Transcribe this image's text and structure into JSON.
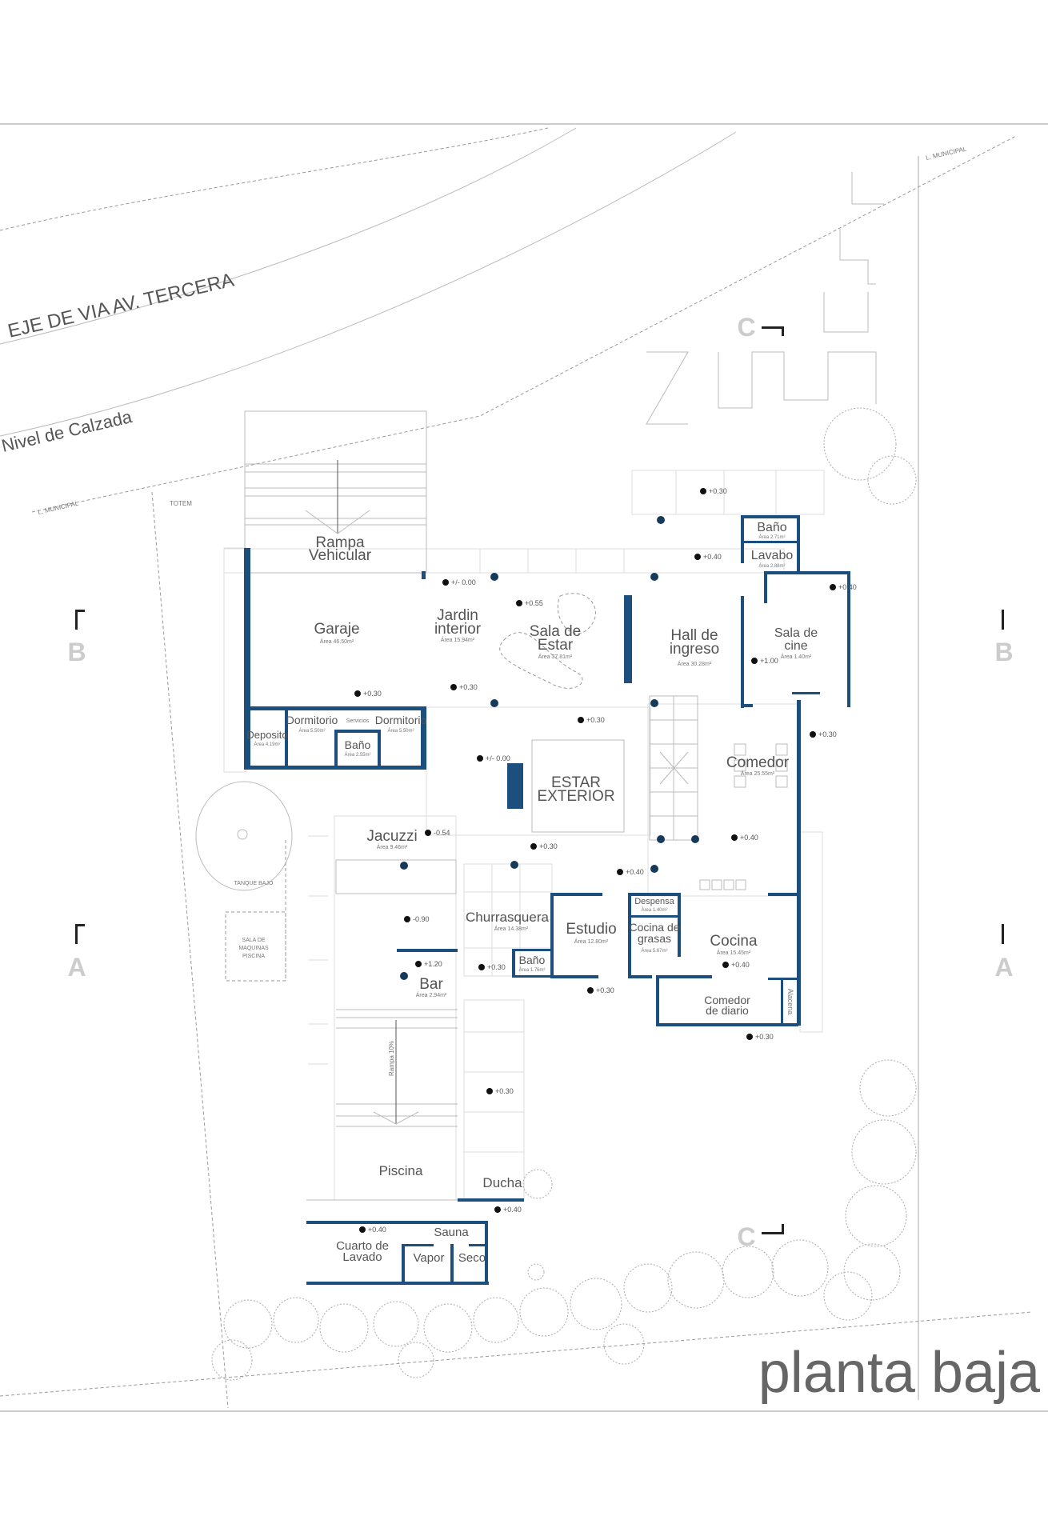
{
  "title": "planta baja",
  "street": {
    "axis": "EJE DE VIA AV. TERCERA",
    "level": "Nivel de Calzada"
  },
  "boundary": {
    "left": "L. MUNICIPAL",
    "right": "L. MUNICIPAL",
    "totem": "TOTEM"
  },
  "sections": {
    "b": "B",
    "a": "A",
    "c": "C"
  },
  "rooms": {
    "rampa": {
      "name1": "Rampa",
      "name2": "Vehicular"
    },
    "garaje": {
      "name": "Garaje",
      "area": "Área 46.50m²"
    },
    "jardin": {
      "name1": "Jardin",
      "name2": "interior",
      "area": "Área 15.94m²"
    },
    "sala_estar": {
      "name1": "Sala de",
      "name2": "Estar",
      "area": "Área 37.81m²"
    },
    "hall": {
      "name1": "Hall de",
      "name2": "ingreso",
      "area": "Área 30.28m²"
    },
    "bano_hall": {
      "name": "Baño",
      "area": "Área 2.71m²"
    },
    "lavabo": {
      "name": "Lavabo",
      "area": "Área 2.88m²"
    },
    "sala_cine": {
      "name1": "Sala de",
      "name2": "cine",
      "area": "Área 1.40m²"
    },
    "dormitorio1": {
      "name": "Dormitorio",
      "area": "Área 5.50m²"
    },
    "servicios": {
      "name": "Servicios"
    },
    "dormitorio2": {
      "name": "Dormitorio",
      "area": "Área 5.50m²"
    },
    "deposito": {
      "name": "Deposito",
      "area": "Área 4.19m²"
    },
    "bano_serv": {
      "name": "Baño",
      "area": "Área 2.55m²"
    },
    "estar_ext": {
      "name1": "ESTAR",
      "name2": "EXTERIOR"
    },
    "comedor": {
      "name": "Comedor",
      "area": "Área 25.55m²"
    },
    "jacuzzi": {
      "name": "Jacuzzi",
      "area": "Área 9.46m²"
    },
    "churrasquera": {
      "name": "Churrasquera",
      "area": "Área 14.38m²"
    },
    "estudio": {
      "name": "Estudio",
      "area": "Área 12.80m²"
    },
    "despensa": {
      "name": "Despensa",
      "area": "Área 1.40m²"
    },
    "cocina_grasas": {
      "name1": "Cocina de",
      "name2": "grasas",
      "area": "Área 5.67m²"
    },
    "cocina": {
      "name": "Cocina",
      "area": "Área 15.45m²"
    },
    "bano_churr": {
      "name": "Baño",
      "area": "Área 1.76m²"
    },
    "bar": {
      "name": "Bar",
      "area": "Área 2.94m²"
    },
    "comedor_diario": {
      "name1": "Comedor",
      "name2": "de diario"
    },
    "alacena": {
      "name": "Alacena"
    },
    "piscina": {
      "name": "Piscina"
    },
    "rampa_piscina": {
      "name": "Rampa 10%"
    },
    "ducha": {
      "name": "Ducha"
    },
    "sauna": {
      "name": "Sauna"
    },
    "lavado": {
      "name1": "Cuarto de",
      "name2": "Lavado"
    },
    "vapor": {
      "name": "Vapor"
    },
    "seco": {
      "name": "Seco"
    },
    "tanque": {
      "name": "TANQUE BAJO"
    },
    "maquinas": {
      "l1": "SALA DE",
      "l2": "MAQUINAS",
      "l3": "PISCINA"
    }
  },
  "levels": [
    "+0.30",
    "+0.40",
    "+/- 0.00",
    "+0.55",
    "+0.40",
    "+1.00",
    "+0.30",
    "+0.30",
    "+0.30",
    "+0.30",
    "+/- 0.00",
    "+0.40",
    "-0.54",
    "+0.30",
    "+0.40",
    "-0.90",
    "+1.20",
    "+0.30",
    "+0.40",
    "+0.30",
    "+0.30",
    "+0.30",
    "+0.40",
    "+0.40"
  ],
  "colors": {
    "wall": "#1d4f7e",
    "text": "#555555"
  }
}
